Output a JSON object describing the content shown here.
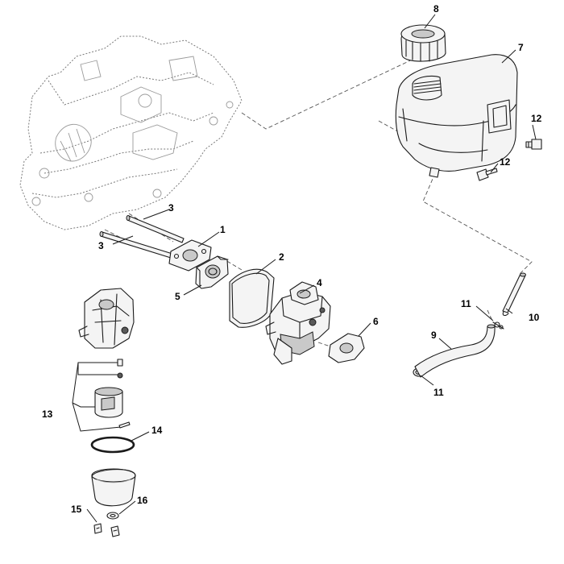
{
  "callouts": {
    "c1": "1",
    "c2": "2",
    "c3a": "3",
    "c3b": "3",
    "c4": "4",
    "c5": "5",
    "c6": "6",
    "c7": "7",
    "c8": "8",
    "c9": "9",
    "c10": "10",
    "c11a": "11",
    "c11b": "11",
    "c12a": "12",
    "c12b": "12",
    "c13": "13",
    "c14": "14",
    "c15": "15",
    "c16": "16"
  }
}
